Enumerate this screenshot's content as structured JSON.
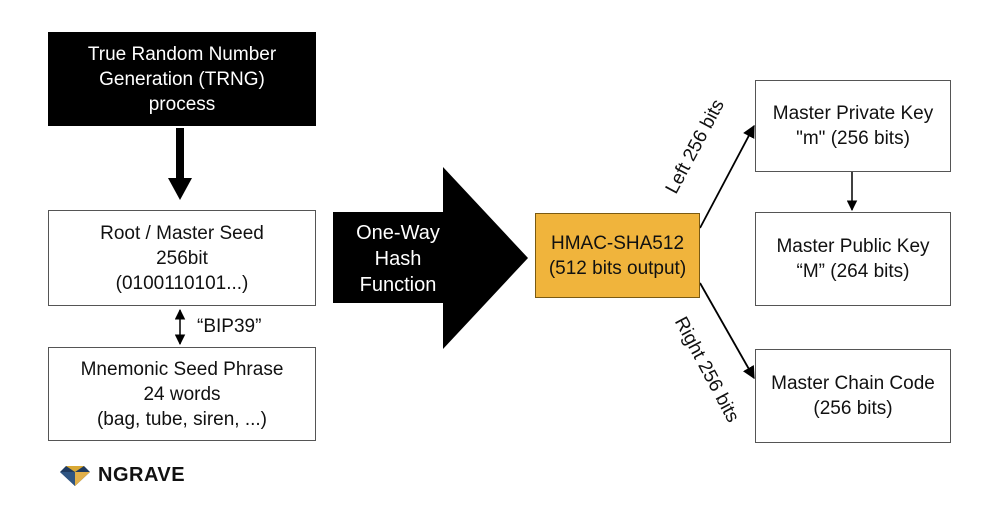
{
  "trng": {
    "lines": [
      "True Random Number",
      "Generation (TRNG)",
      "process"
    ]
  },
  "seed": {
    "lines": [
      "Root / Master Seed",
      "256bit",
      "(0100110101...)"
    ]
  },
  "bip39_label": "“BIP39”",
  "mnemonic": {
    "lines": [
      "Mnemonic Seed Phrase",
      "24 words",
      "(bag, tube, siren, ...)"
    ]
  },
  "hash_arrow": {
    "lines": [
      "One-Way",
      "Hash",
      "Function"
    ]
  },
  "hmac": {
    "lines": [
      "HMAC-SHA512",
      "(512 bits output)"
    ],
    "color": "#f0b43c"
  },
  "left_label": "Left 256 bits",
  "right_label": "Right 256 bits",
  "private_key": {
    "lines": [
      "Master Private Key",
      "\"m\" (256 bits)"
    ]
  },
  "public_key": {
    "lines": [
      "Master Public Key",
      "“M” (264 bits)"
    ]
  },
  "chain_code": {
    "lines": [
      "Master Chain Code",
      "(256 bits)"
    ]
  },
  "logo": {
    "text": "NGRAVE",
    "icon": "ngrave-diamond-logo"
  }
}
